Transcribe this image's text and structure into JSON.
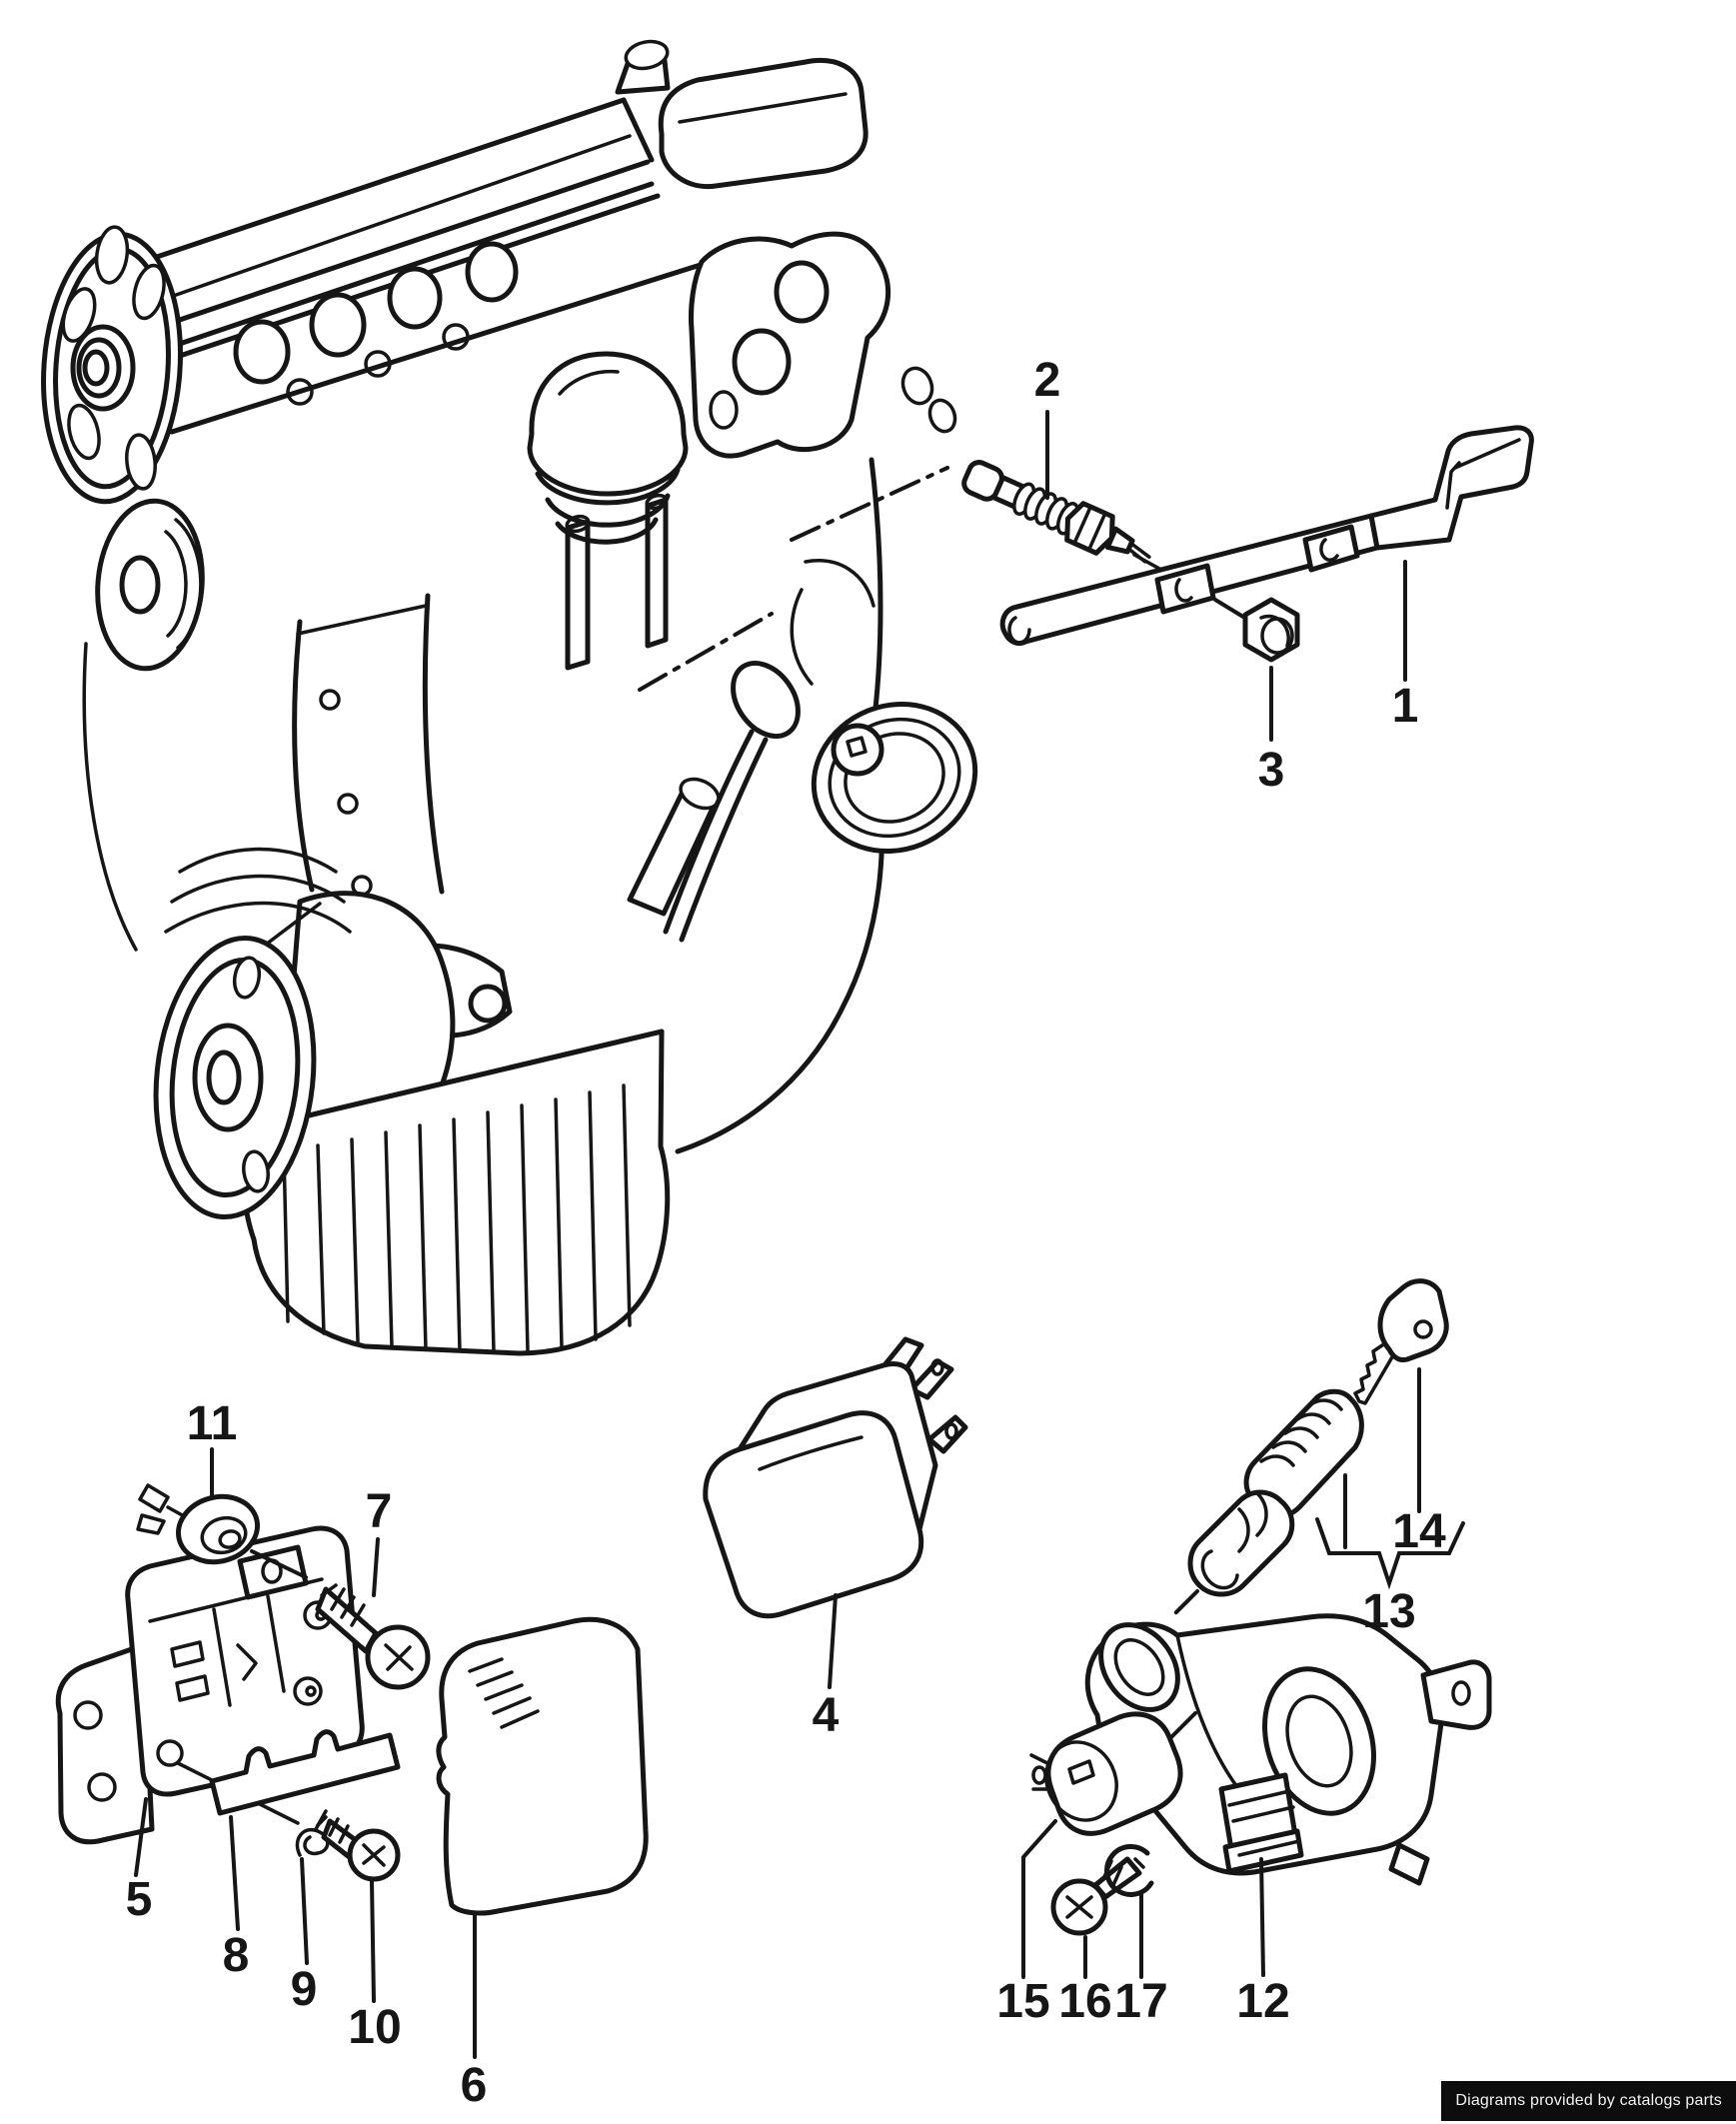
{
  "colors": {
    "ink": "#161616",
    "paper": "#ffffff",
    "watermark_bg": "#0d0d0d",
    "watermark_fg": "#f2f2f2"
  },
  "watermark": {
    "text": "Diagrams provided by catalogs parts"
  },
  "callouts": [
    {
      "label": "1"
    },
    {
      "label": "2"
    },
    {
      "label": "3"
    },
    {
      "label": "4"
    },
    {
      "label": "5"
    },
    {
      "label": "6"
    },
    {
      "label": "7"
    },
    {
      "label": "8"
    },
    {
      "label": "9"
    },
    {
      "label": "10"
    },
    {
      "label": "11"
    },
    {
      "label": "12"
    },
    {
      "label": "13"
    },
    {
      "label": "14"
    },
    {
      "label": "15"
    },
    {
      "label": "16"
    },
    {
      "label": "17"
    }
  ]
}
